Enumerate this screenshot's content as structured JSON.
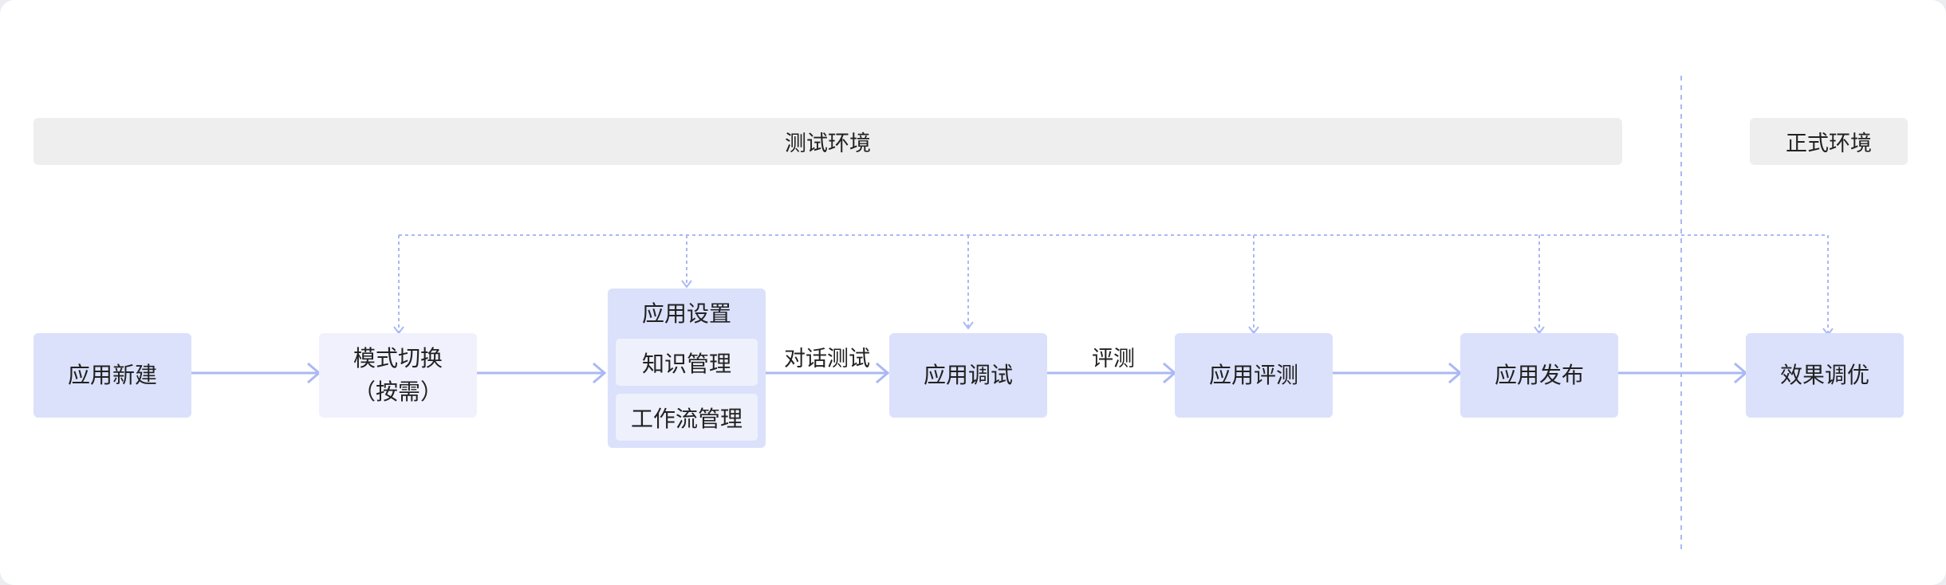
{
  "environments": {
    "test": "测试环境",
    "prod": "正式环境"
  },
  "nodes": {
    "create": "应用新建",
    "mode_switch": [
      "模式切换",
      "（按需）"
    ],
    "settings": {
      "title": "应用设置",
      "items": [
        "知识管理",
        "工作流管理"
      ]
    },
    "debug": "应用调试",
    "evaluate": "应用评测",
    "publish": "应用发布",
    "tune": "效果调优"
  },
  "edge_labels": {
    "chat_test": "对话测试",
    "evaluate": "评测"
  },
  "colors": {
    "node_fill": "#dbe1fb",
    "node_light_fill": "#f0f1fd",
    "arrow": "#aab8f5",
    "dashed": "#aab8f5",
    "env_fill": "#eeeeee"
  }
}
